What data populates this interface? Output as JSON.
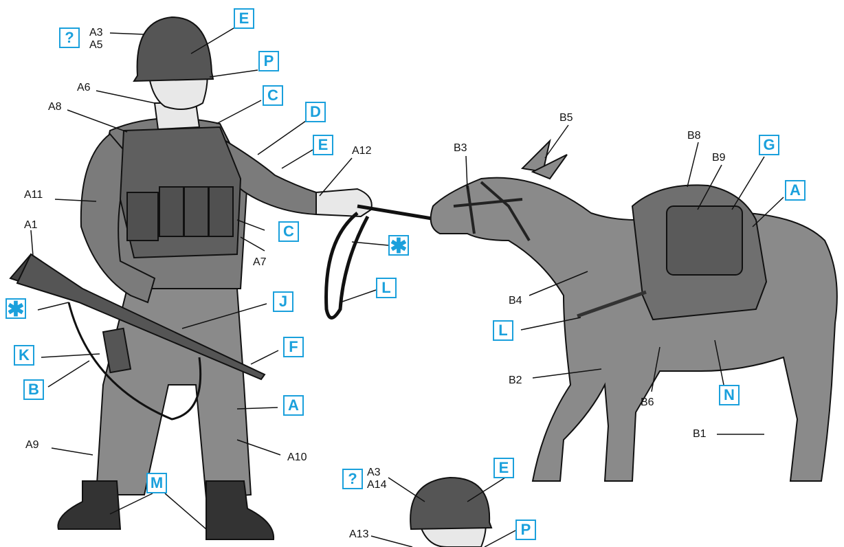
{
  "colors": {
    "callout_accent": "#1aa0dc",
    "figure_gray": "#8a8a8a",
    "helmet": "#555555",
    "line": "#111111"
  },
  "soldier": {
    "part_labels": {
      "a1": "A1",
      "a3": "A3",
      "a5": "A5",
      "a6": "A6",
      "a7": "A7",
      "a8": "A8",
      "a9": "A9",
      "a10": "A10",
      "a11": "A11",
      "a12": "A12"
    },
    "color_codes": {
      "helmet_E": "E",
      "helmet_P": "P",
      "vest_C": "C",
      "vest_D": "D",
      "sleeve_E": "E",
      "pouch_C": "C",
      "strap_star": "✱",
      "rifle_star": "✱",
      "rifle_J": "J",
      "mag_K": "K",
      "sling_B": "B",
      "knife_F": "F",
      "trousers_A": "A",
      "boots_M": "M",
      "unknown_top": "?"
    }
  },
  "donkey": {
    "part_labels": {
      "b1": "B1",
      "b2": "B2",
      "b3": "B3",
      "b4": "B4",
      "b5": "B5",
      "b6": "B6",
      "b8": "B8",
      "b9": "B9"
    },
    "color_codes": {
      "pack_G": "G",
      "pack_A": "A",
      "lead_L": "L",
      "girth_L": "L",
      "blanket_N": "N"
    }
  },
  "second_figure": {
    "part_labels": {
      "a3": "A3",
      "a14": "A14",
      "a13": "A13"
    },
    "color_codes": {
      "helmet_E": "E",
      "helmet_P": "P",
      "unknown_bottom": "?"
    }
  }
}
